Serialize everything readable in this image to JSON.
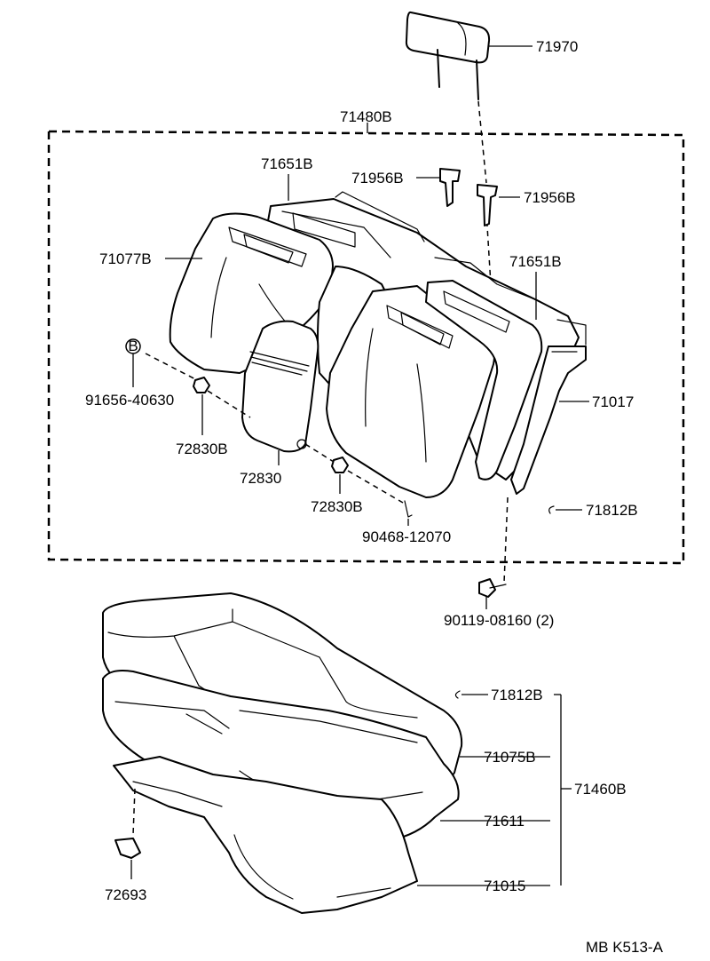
{
  "labels": {
    "headrest": "71970",
    "back_assy": "71480B",
    "back_cover_left": "71651B",
    "support_left": "71956B",
    "support_right": "71956B",
    "back_cover_right": "71651B",
    "back_pad_left": "71077B",
    "clip_b_symbol": "B",
    "bolt_left": "91656-40630",
    "back_frame": "71017",
    "nut_left": "72830B",
    "armrest": "72830",
    "nut_right": "72830B",
    "pin": "90468-12070",
    "hog_ring_top": "71812B",
    "bolt_bottom": "90119-08160 (2)",
    "hog_ring_cushion": "71812B",
    "cushion_cover": "71075B",
    "cushion_assy": "71460B",
    "cushion_pad": "71611",
    "cushion_frame": "71015",
    "hook": "72693",
    "drawing_code": "MB K513-A"
  }
}
